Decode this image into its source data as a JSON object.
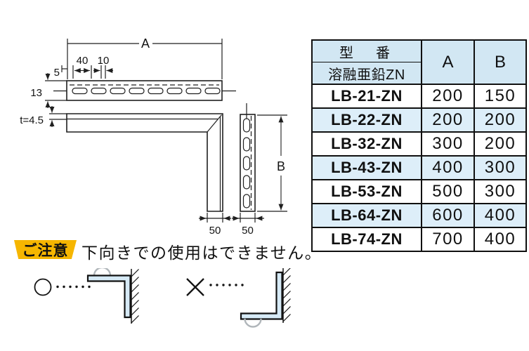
{
  "colors": {
    "part_fill_blue": "#d6eaf6",
    "table_header_blue": "#d2e7f3",
    "table_alt_row_blue": "#ddeef9",
    "caution_badge_yellow": "#f6b600",
    "line_dark": "#1f1f1f",
    "hook_gray": "#b0b6ba"
  },
  "drawing": {
    "dim_a": "A",
    "dim_b": "B",
    "dim_pitch": "40",
    "dim_gap": "10",
    "dim_edge": "5",
    "dim_height": "13",
    "dim_thickness": "t=4.5",
    "dim_width_front": "50",
    "dim_width_side": "50"
  },
  "note": {
    "badge": "ご注意",
    "text": "下向きでの使用はできません。"
  },
  "usage": {
    "ok_icon": "circle-icon",
    "ng_icon": "cross-icon"
  },
  "table": {
    "header": {
      "model_title": "型　番",
      "model_subtitle": "溶融亜鉛ZN",
      "col_a": "A",
      "col_b": "B"
    },
    "rows": [
      {
        "model": "LB-21-ZN",
        "a": "200",
        "b": "150"
      },
      {
        "model": "LB-22-ZN",
        "a": "200",
        "b": "200"
      },
      {
        "model": "LB-32-ZN",
        "a": "300",
        "b": "200"
      },
      {
        "model": "LB-43-ZN",
        "a": "400",
        "b": "300"
      },
      {
        "model": "LB-53-ZN",
        "a": "500",
        "b": "300"
      },
      {
        "model": "LB-64-ZN",
        "a": "600",
        "b": "400"
      },
      {
        "model": "LB-74-ZN",
        "a": "700",
        "b": "400"
      }
    ]
  }
}
